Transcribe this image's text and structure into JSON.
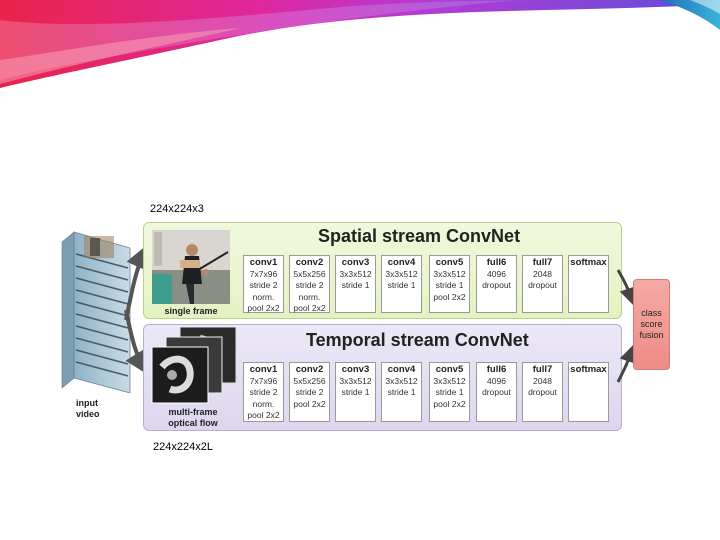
{
  "dims": {
    "spatial_input": "224x224x3",
    "temporal_input": "224x224x2L"
  },
  "spatial": {
    "title": "Spatial stream ConvNet",
    "caption": "single frame",
    "layers": [
      {
        "name": "conv1",
        "lines": [
          "7x7x96",
          "stride 2",
          "norm.",
          "pool 2x2"
        ]
      },
      {
        "name": "conv2",
        "lines": [
          "5x5x256",
          "stride 2",
          "norm.",
          "pool 2x2"
        ]
      },
      {
        "name": "conv3",
        "lines": [
          "3x3x512",
          "stride 1"
        ]
      },
      {
        "name": "conv4",
        "lines": [
          "3x3x512",
          "stride 1"
        ]
      },
      {
        "name": "conv5",
        "lines": [
          "3x3x512",
          "stride 1",
          "pool 2x2"
        ]
      },
      {
        "name": "full6",
        "lines": [
          "4096",
          "dropout"
        ]
      },
      {
        "name": "full7",
        "lines": [
          "2048",
          "dropout"
        ]
      },
      {
        "name": "softmax",
        "lines": []
      }
    ]
  },
  "temporal": {
    "title": "Temporal stream ConvNet",
    "caption_line1": "multi-frame",
    "caption_line2": "optical flow",
    "layers": [
      {
        "name": "conv1",
        "lines": [
          "7x7x96",
          "stride 2",
          "norm.",
          "pool 2x2"
        ]
      },
      {
        "name": "conv2",
        "lines": [
          "5x5x256",
          "stride 2",
          "pool 2x2"
        ]
      },
      {
        "name": "conv3",
        "lines": [
          "3x3x512",
          "stride 1"
        ]
      },
      {
        "name": "conv4",
        "lines": [
          "3x3x512",
          "stride 1"
        ]
      },
      {
        "name": "conv5",
        "lines": [
          "3x3x512",
          "stride 1",
          "pool 2x2"
        ]
      },
      {
        "name": "full6",
        "lines": [
          "4096",
          "dropout"
        ]
      },
      {
        "name": "full7",
        "lines": [
          "2048",
          "dropout"
        ]
      },
      {
        "name": "softmax",
        "lines": []
      }
    ]
  },
  "fusion": {
    "line1": "class",
    "line2": "score",
    "line3": "fusion"
  },
  "input": {
    "line1": "input",
    "line2": "video"
  },
  "colors": {
    "spatial_bg": "#e4f2c2",
    "temporal_bg": "#ddd6ee",
    "fusion_bg": "#ee8c86"
  }
}
